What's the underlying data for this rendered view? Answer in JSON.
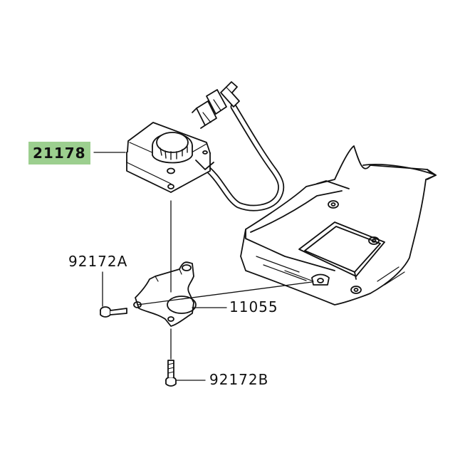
{
  "diagram": {
    "colors": {
      "stroke": "#111111",
      "fill": "#ffffff",
      "highlight": "#9ccf8f"
    },
    "parts": [
      {
        "id": "p1",
        "number": "21178",
        "highlighted": true
      },
      {
        "id": "p2",
        "number": "92172A",
        "highlighted": false
      },
      {
        "id": "p3",
        "number": "11055",
        "highlighted": false
      },
      {
        "id": "p4",
        "number": "92172B",
        "highlighted": false
      }
    ]
  }
}
